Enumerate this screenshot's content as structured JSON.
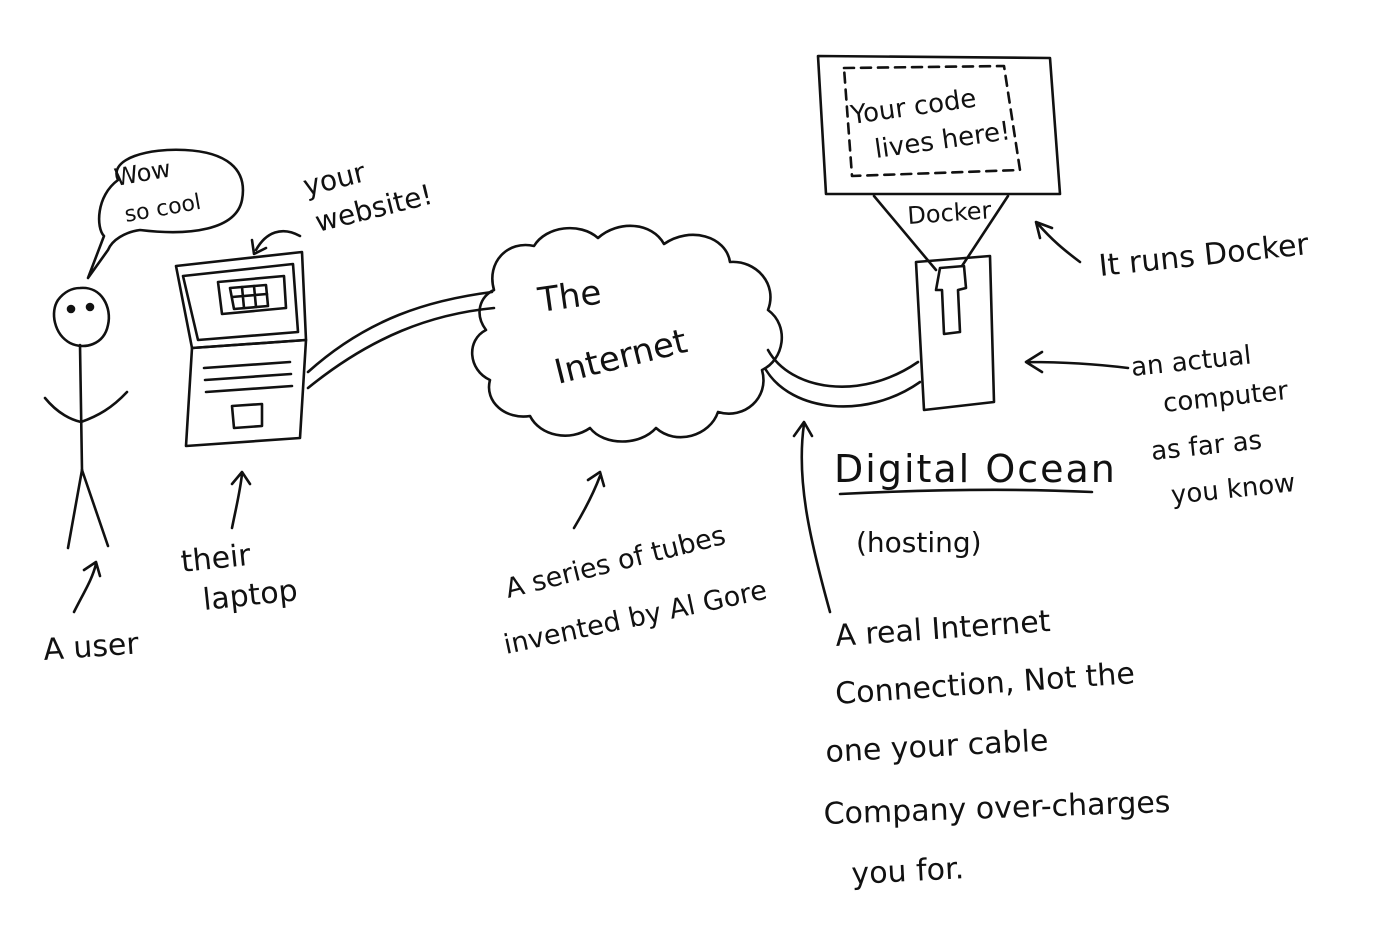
{
  "colors": {
    "ink": "#111111",
    "paper": "#ffffff"
  },
  "labels": {
    "speech": [
      "Wow",
      "so cool"
    ],
    "website": [
      "your",
      "website!"
    ],
    "user": "A user",
    "laptop": [
      "their",
      "laptop"
    ],
    "internet_cloud": [
      "The",
      "Internet"
    ],
    "tubes": [
      "A series of tubes",
      "invented by Al Gore"
    ],
    "code": [
      "Your code",
      "lives here!"
    ],
    "docker_box": "Docker",
    "runs_docker": "It runs Docker",
    "computer": [
      "an actual",
      "computer",
      "as far as",
      "you know"
    ],
    "digital_ocean": "Digital Ocean",
    "hosting": "(hosting)",
    "real_connection": [
      "A real Internet",
      "Connection, Not the",
      "one your cable",
      "Company over-charges",
      "you for."
    ]
  }
}
